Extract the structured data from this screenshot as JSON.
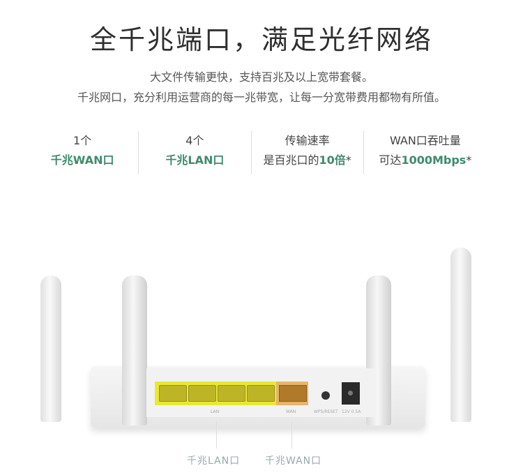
{
  "header": {
    "title": "全千兆端口，满足光纤网络",
    "subtitle_line1": "大文件传输更快，支持百兆及以上宽带套餐。",
    "subtitle_line2": "千兆网口，充分利用运营商的每一兆带宽，让每一分宽带费用都物有所值。"
  },
  "stats": [
    {
      "line1": "1个",
      "line2_highlight": "千兆WAN口",
      "line2_prefix": ""
    },
    {
      "line1": "4个",
      "line2_highlight": "千兆LAN口",
      "line2_prefix": ""
    },
    {
      "line1": "传输速率",
      "line2_prefix": "是百兆口的",
      "line2_highlight": "10倍",
      "line2_suffix": "*"
    },
    {
      "line1": "WAN口吞吐量",
      "line2_prefix": "可达",
      "line2_highlight": "1000Mbps",
      "line2_suffix": "*"
    }
  ],
  "router": {
    "port_labels": {
      "lan": "LAN",
      "wan": "WAN",
      "reset": "WPS/RESET",
      "power": "12V 0.5A"
    },
    "callouts": {
      "lan": "千兆LAN口",
      "wan": "千兆WAN口"
    },
    "colors": {
      "lan_port": "#e9e837",
      "wan_port": "#e8b56a",
      "accent_green": "#3f8b6c"
    }
  }
}
